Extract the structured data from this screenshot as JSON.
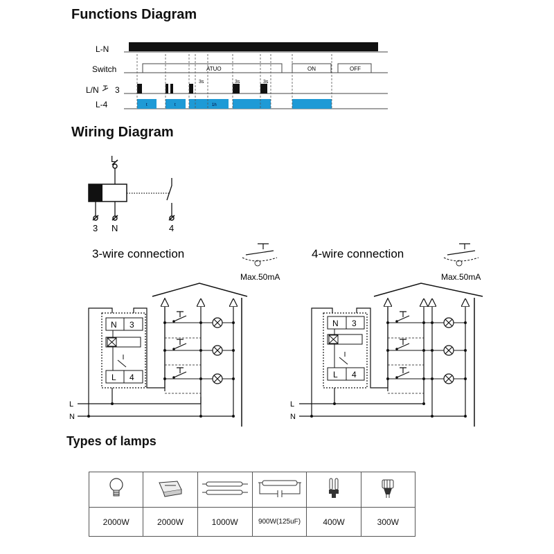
{
  "titles": {
    "functions": "Functions Diagram",
    "wiring": "Wiring Diagram",
    "lamps": "Types of lamps"
  },
  "timing": {
    "rows": [
      "L-N",
      "Switch",
      "L/N",
      "3",
      "L-4"
    ],
    "switch_states": [
      "ATUO",
      "ON",
      "OFF"
    ],
    "pulse_labels": [
      "3s",
      "3s",
      "3s"
    ],
    "output_labels": [
      "t",
      "t",
      "1h"
    ]
  },
  "wiring": {
    "terminals": [
      "L",
      "3",
      "N",
      "4"
    ],
    "connection_titles": [
      "3-wire connection",
      "4-wire connection"
    ],
    "max_current": "Max.50mA",
    "relay_terminals": [
      "N",
      "3",
      "L",
      "4"
    ],
    "bus_labels": [
      "L",
      "N"
    ]
  },
  "lamps": [
    {
      "icon": "incandescent-bulb-icon",
      "rating": "2000W"
    },
    {
      "icon": "halogen-lamp-icon",
      "rating": "2000W"
    },
    {
      "icon": "fluorescent-tube-icon",
      "rating": "1000W"
    },
    {
      "icon": "compensated-fluorescent-icon",
      "rating": "900W(125uF)"
    },
    {
      "icon": "cfl-lamp-icon",
      "rating": "400W"
    },
    {
      "icon": "led-lamp-icon",
      "rating": "300W"
    }
  ],
  "colors": {
    "output_active": "#1e9ad6",
    "line": "#111111"
  }
}
